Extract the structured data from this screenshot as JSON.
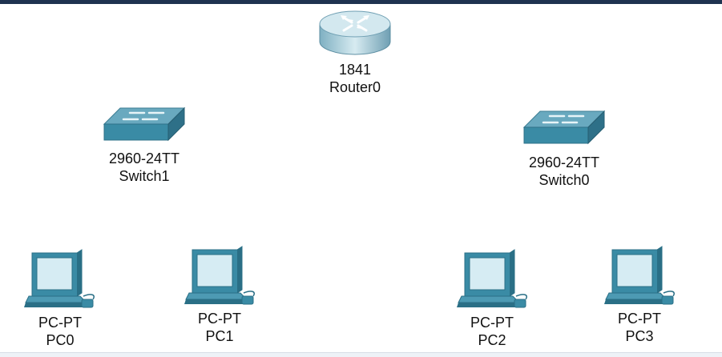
{
  "canvas": {
    "devices": [
      {
        "id": "router0",
        "icon": "router-icon",
        "model": "1841",
        "name": "Router0"
      },
      {
        "id": "switch1",
        "icon": "switch-icon",
        "model": "2960-24TT",
        "name": "Switch1"
      },
      {
        "id": "switch0",
        "icon": "switch-icon",
        "model": "2960-24TT",
        "name": "Switch0"
      },
      {
        "id": "pc0",
        "icon": "pc-icon",
        "model": "PC-PT",
        "name": "PC0"
      },
      {
        "id": "pc1",
        "icon": "pc-icon",
        "model": "PC-PT",
        "name": "PC1"
      },
      {
        "id": "pc2",
        "icon": "pc-icon",
        "model": "PC-PT",
        "name": "PC2"
      },
      {
        "id": "pc3",
        "icon": "pc-icon",
        "model": "PC-PT",
        "name": "PC3"
      }
    ]
  },
  "colors": {
    "topbar": "#1f3350",
    "device_teal": "#3a8ba5",
    "device_light": "#cfe6ee"
  }
}
